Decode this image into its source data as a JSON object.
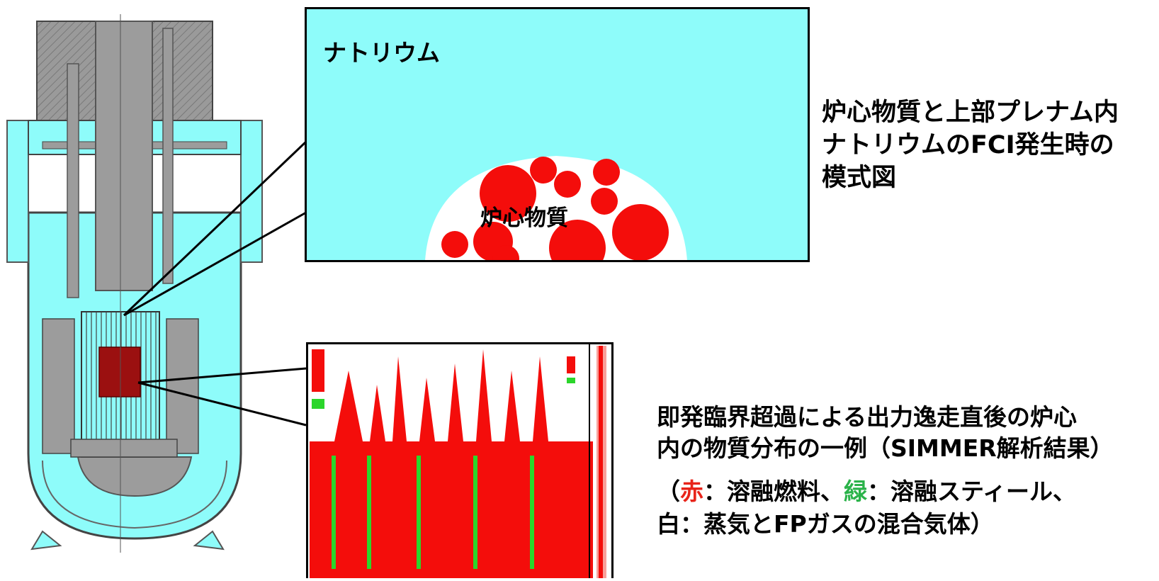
{
  "colors": {
    "sodium": "#8efcfa",
    "melt_red": "#f40d0b",
    "green": "#2bd62b",
    "core_dark": "#9b1010",
    "steel_gray": "#9c9c9c",
    "line": "#000000"
  },
  "upper_box": {
    "sodium_label": "ナトリウム",
    "core_label": "炉心物質"
  },
  "top_caption": {
    "lines": [
      "炉心物質と上部プレナム内",
      "ナトリウムのFCI発生時の",
      "模式図"
    ]
  },
  "bottom_caption": {
    "lines": [
      "即発臨界超過による出力逸走直後の炉心",
      "内の物質分布の一例（SIMMER解析結果）"
    ]
  },
  "legend": {
    "open": "（",
    "red_word": "赤",
    "red_desc": "：溶融燃料、",
    "green_word": "緑",
    "green_desc": "：溶融スティール、",
    "line2": "白：蒸気とFPガスの混合気体）"
  }
}
